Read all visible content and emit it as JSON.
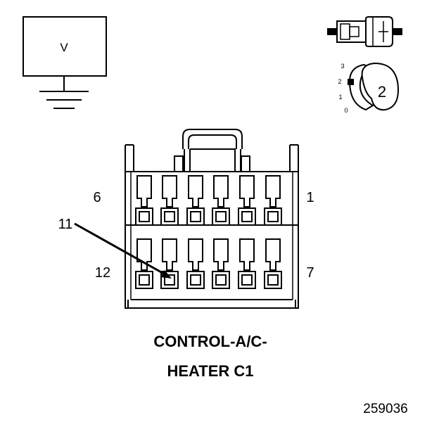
{
  "meter": {
    "symbol": "V"
  },
  "switch_icon": {
    "position_labels": [
      "3",
      "2",
      "1",
      "0"
    ],
    "selected_position": "2"
  },
  "connector": {
    "pin_labels": {
      "top_left": "6",
      "top_right": "1",
      "bottom_left": "12",
      "bottom_right": "7"
    },
    "callout_pin": "11",
    "title_line1": "CONTROL-A/C-",
    "title_line2": "HEATER C1"
  },
  "figure_id": "259036"
}
